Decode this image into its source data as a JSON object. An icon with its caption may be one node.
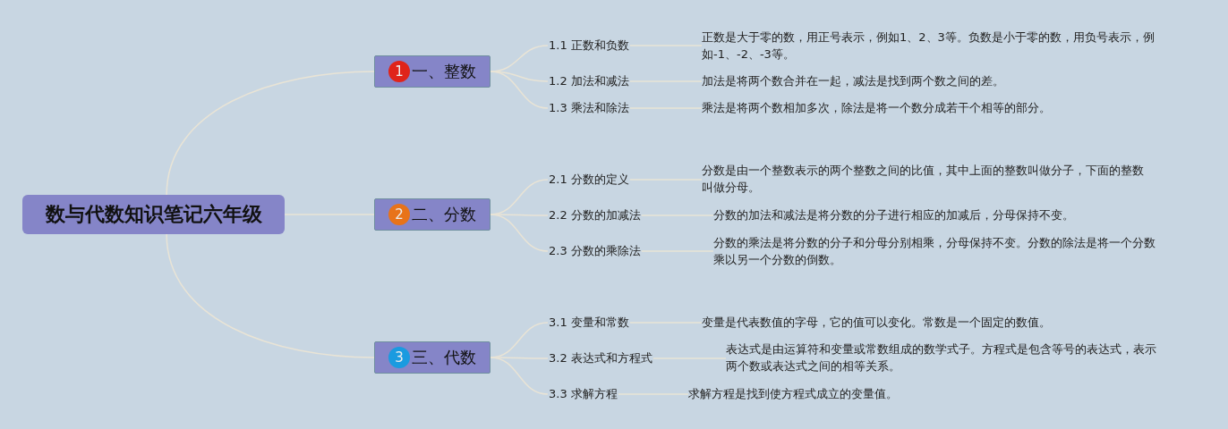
{
  "diagram": {
    "nodes": [
      {
        "text": [
          "数与代数知识笔记六年级"
        ]
      },
      {
        "text": [
          "1",
          "一、整数"
        ]
      },
      {
        "text": [
          "1.1 正数和负数"
        ]
      },
      {
        "text": [
          "正数是大于零的数，用正号表示，例如1、2、3等。负数是小于零的数，用负号表示，例如-1、-2、-3等。"
        ]
      },
      {
        "text": [
          "1.2 加法和减法"
        ]
      },
      {
        "text": [
          "加法是将两个数合并在一起，减法是找到两个数之间的差。"
        ]
      },
      {
        "text": [
          "1.3 乘法和除法"
        ]
      },
      {
        "text": [
          "乘法是将两个数相加多次，除法是将一个数分成若干个相等的部分。"
        ]
      },
      {
        "text": [
          "2",
          "二、分数"
        ]
      },
      {
        "text": [
          "2.1 分数的定义"
        ]
      },
      {
        "text": [
          "分数是由一个整数表示的两个整数之间的比值，其中上面的整数叫做分子，下面的整数叫做分母。"
        ]
      },
      {
        "text": [
          "2.2 分数的加减法"
        ]
      },
      {
        "text": [
          "分数的加法和减法是将分数的分子进行相应的加减后，分母保持不变。"
        ]
      },
      {
        "text": [
          "2.3 分数的乘除法"
        ]
      },
      {
        "text": [
          "分数的乘法是将分数的分子和分母分别相乘，分母保持不变。分数的除法是将一个分数乘以另一个分数的倒数。"
        ]
      },
      {
        "text": [
          "3",
          "三、代数"
        ]
      },
      {
        "text": [
          "3.1 变量和常数"
        ]
      },
      {
        "text": [
          "变量是代表数值的字母，它的值可以变化。常数是一个固定的数值。"
        ]
      },
      {
        "text": [
          "3.2 表达式和方程式"
        ]
      },
      {
        "text": [
          "表达式是由运算符和变量或常数组成的数学式子。方程式是包含等号的表达式，表示两个数或表达式之间的相等关系。"
        ]
      },
      {
        "text": [
          "3.3 求解方程"
        ]
      },
      {
        "text": [
          "求解方程是找到使方程式成立的变量值。"
        ]
      }
    ],
    "edges": [
      {
        "from": 0,
        "to": 1,
        "arrow": "none"
      },
      {
        "from": 0,
        "to": 8,
        "arrow": "none"
      },
      {
        "from": 0,
        "to": 15,
        "arrow": "none"
      },
      {
        "from": 1,
        "to": 2,
        "arrow": "none"
      },
      {
        "from": 1,
        "to": 4,
        "arrow": "none"
      },
      {
        "from": 1,
        "to": 6,
        "arrow": "none"
      },
      {
        "from": 8,
        "to": 9,
        "arrow": "none"
      },
      {
        "from": 8,
        "to": 11,
        "arrow": "none"
      },
      {
        "from": 8,
        "to": 13,
        "arrow": "none"
      },
      {
        "from": 15,
        "to": 16,
        "arrow": "none"
      },
      {
        "from": 15,
        "to": 18,
        "arrow": "none"
      },
      {
        "from": 15,
        "to": 20,
        "arrow": "none"
      },
      {
        "from": 2,
        "to": 3,
        "arrow": "none"
      },
      {
        "from": 4,
        "to": 5,
        "arrow": "none"
      },
      {
        "from": 6,
        "to": 7,
        "arrow": "none"
      },
      {
        "from": 9,
        "to": 10,
        "arrow": "none"
      },
      {
        "from": 11,
        "to": 12,
        "arrow": "none"
      },
      {
        "from": 13,
        "to": 14,
        "arrow": "none"
      },
      {
        "from": 16,
        "to": 17,
        "arrow": "none"
      },
      {
        "from": 18,
        "to": 19,
        "arrow": "none"
      },
      {
        "from": 20,
        "to": 21,
        "arrow": "none"
      }
    ]
  }
}
